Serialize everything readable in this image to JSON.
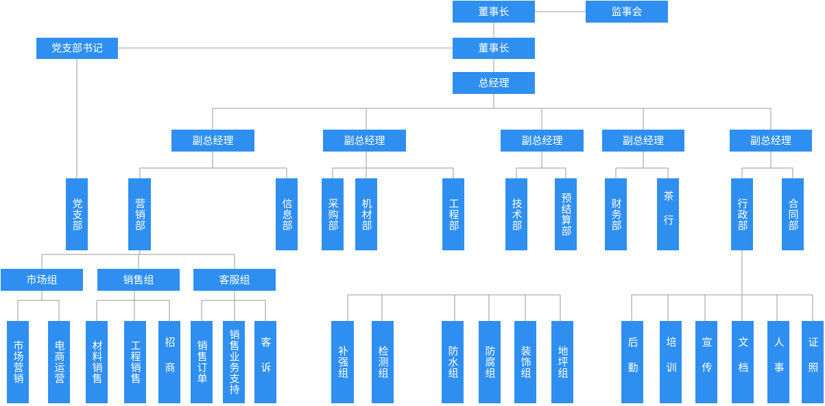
{
  "colors": {
    "box": "#2f8ff1",
    "line": "#9a9a9a",
    "text": "#ffffff"
  },
  "nodes": {
    "chairman_top": "董事长",
    "supervisory_board": "监事会",
    "party_secretary": "党支部书记",
    "chairman": "董事长",
    "general_manager": "总经理",
    "vgm1": "副总经理",
    "vgm2": "副总经理",
    "vgm3": "副总经理",
    "vgm4": "副总经理",
    "vgm5": "副总经理",
    "party_branch": "党支部",
    "marketing_dept": "营销部",
    "info_dept": "信息部",
    "purchasing_dept": "采购部",
    "machinery_dept": "机材部",
    "engineering_dept": "工程部",
    "tech_dept": "技术部",
    "budget_dept": "预结算部",
    "finance_dept": "财务部",
    "tea_shop": "茶行",
    "admin_dept": "行政部",
    "contract_dept": "合同部",
    "market_group": "市场组",
    "sales_group": "销售组",
    "service_group": "客服组",
    "market_marketing": "市场营销",
    "ecommerce_ops": "电商运营",
    "material_sales": "材料销售",
    "project_sales": "工程销售",
    "investment": "招商",
    "sales_orders": "销售订单",
    "sales_support": "销售业务支持",
    "complaints": "客诉",
    "reinforce_group": "补强组",
    "testing_group": "检测组",
    "waterproof_group": "防水组",
    "anticorrosion_group": "防腐组",
    "decoration_group": "装饰组",
    "floor_group": "地坪组",
    "logistics": "后勤",
    "training": "培训",
    "publicity": "宣传",
    "archives": "文档",
    "hr": "人事",
    "certificates": "证照"
  }
}
